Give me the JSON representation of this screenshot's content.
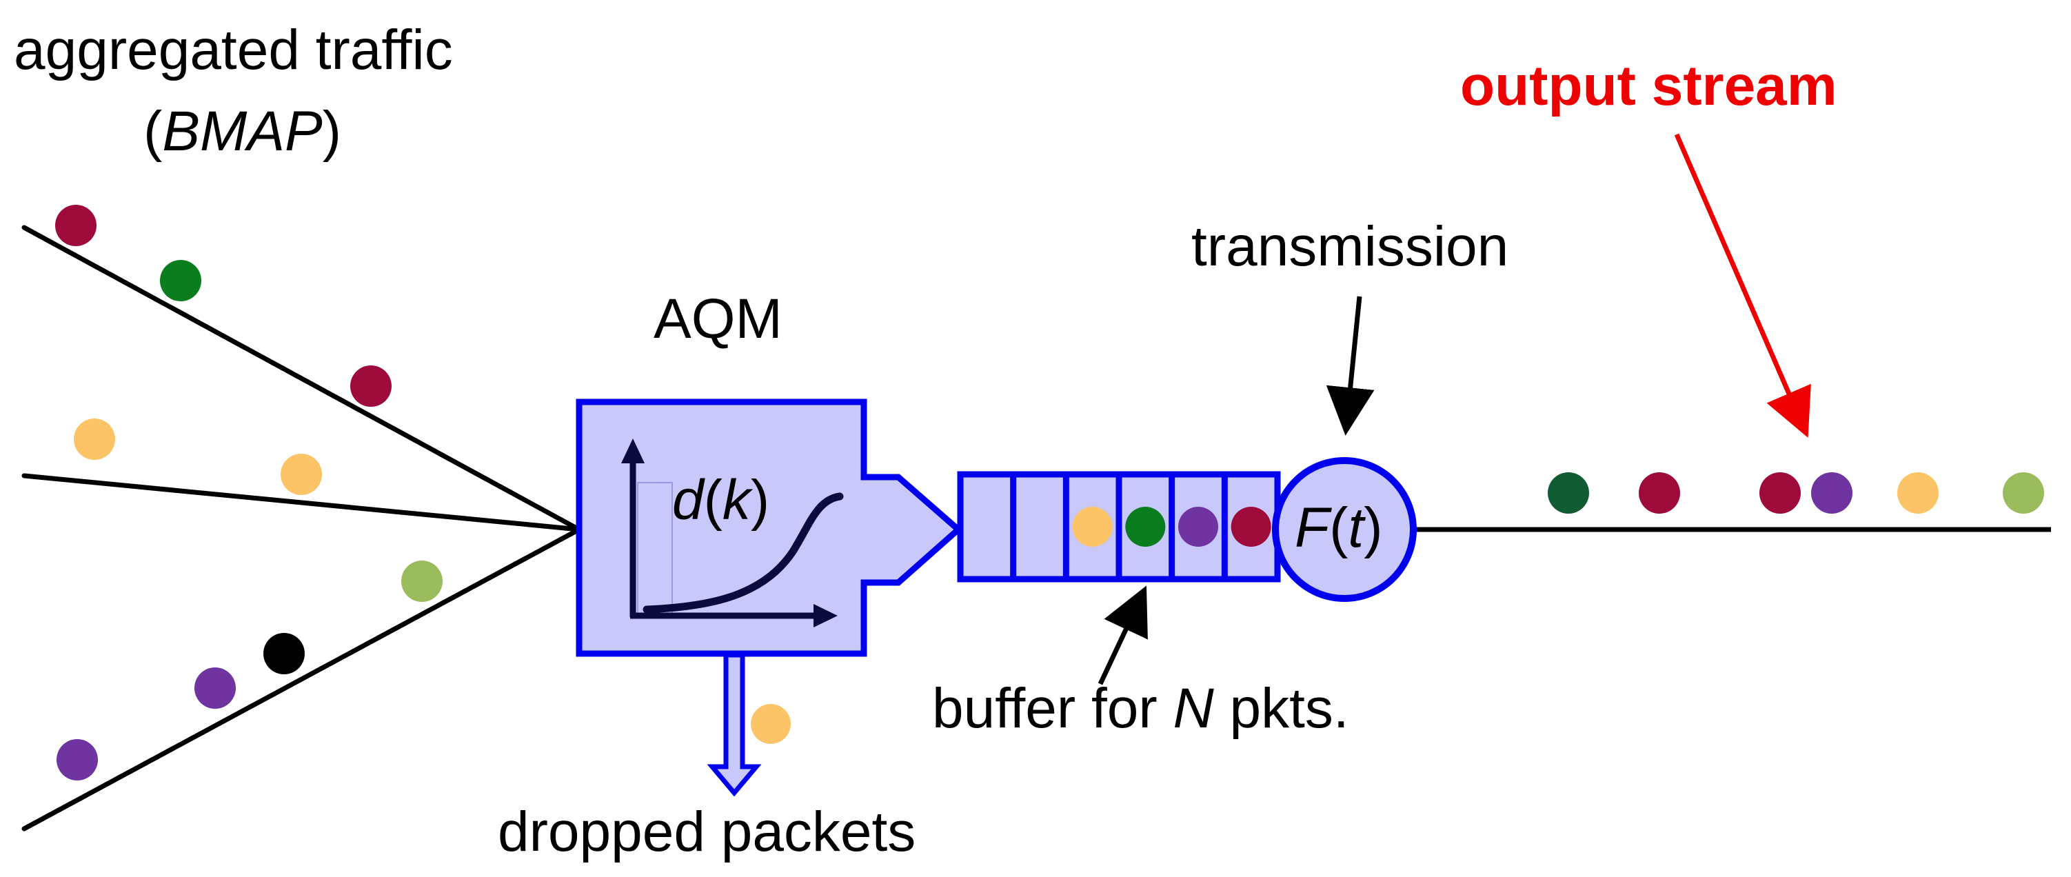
{
  "labels": {
    "aggregated_line1": "aggregated traffic",
    "aggregated_line2_open": "(",
    "aggregated_line2_italic": "BMAP",
    "aggregated_line2_close": ")",
    "aqm": "AQM",
    "dk_d": "d",
    "dk_open": "(",
    "dk_k": "k",
    "dk_close": ")",
    "transmission": "transmission",
    "output_stream": "output stream",
    "buffer_prefix": "buffer for ",
    "buffer_n": "N",
    "buffer_suffix": " pkts.",
    "dropped": "dropped packets",
    "ft_f": "F",
    "ft_open": "(",
    "ft_t": "t",
    "ft_close": ")"
  },
  "colors": {
    "blue_stroke": "#0000ee",
    "blue_fill": "#c8c8fa",
    "dark_navy": "#0a0a3c",
    "output_red": "#ee0000",
    "line_black": "#000000"
  },
  "packet_colors": {
    "crimson": "#9e0a3a",
    "green": "#0a7d1e",
    "dark_green": "#125c34",
    "orange": "#fcc466",
    "light_green": "#9bbc5c",
    "purple": "#7034a0",
    "black": "#000000"
  },
  "input_packets": [
    "crimson",
    "green",
    "crimson",
    "orange",
    "orange",
    "light_green",
    "black",
    "purple",
    "purple"
  ],
  "buffer_packets": [
    "orange",
    "green",
    "purple",
    "crimson"
  ],
  "buffer_slots": 6,
  "dropped_packets": [
    "orange"
  ],
  "output_packets": [
    "dark_green",
    "crimson",
    "crimson",
    "purple",
    "orange",
    "light_green"
  ]
}
